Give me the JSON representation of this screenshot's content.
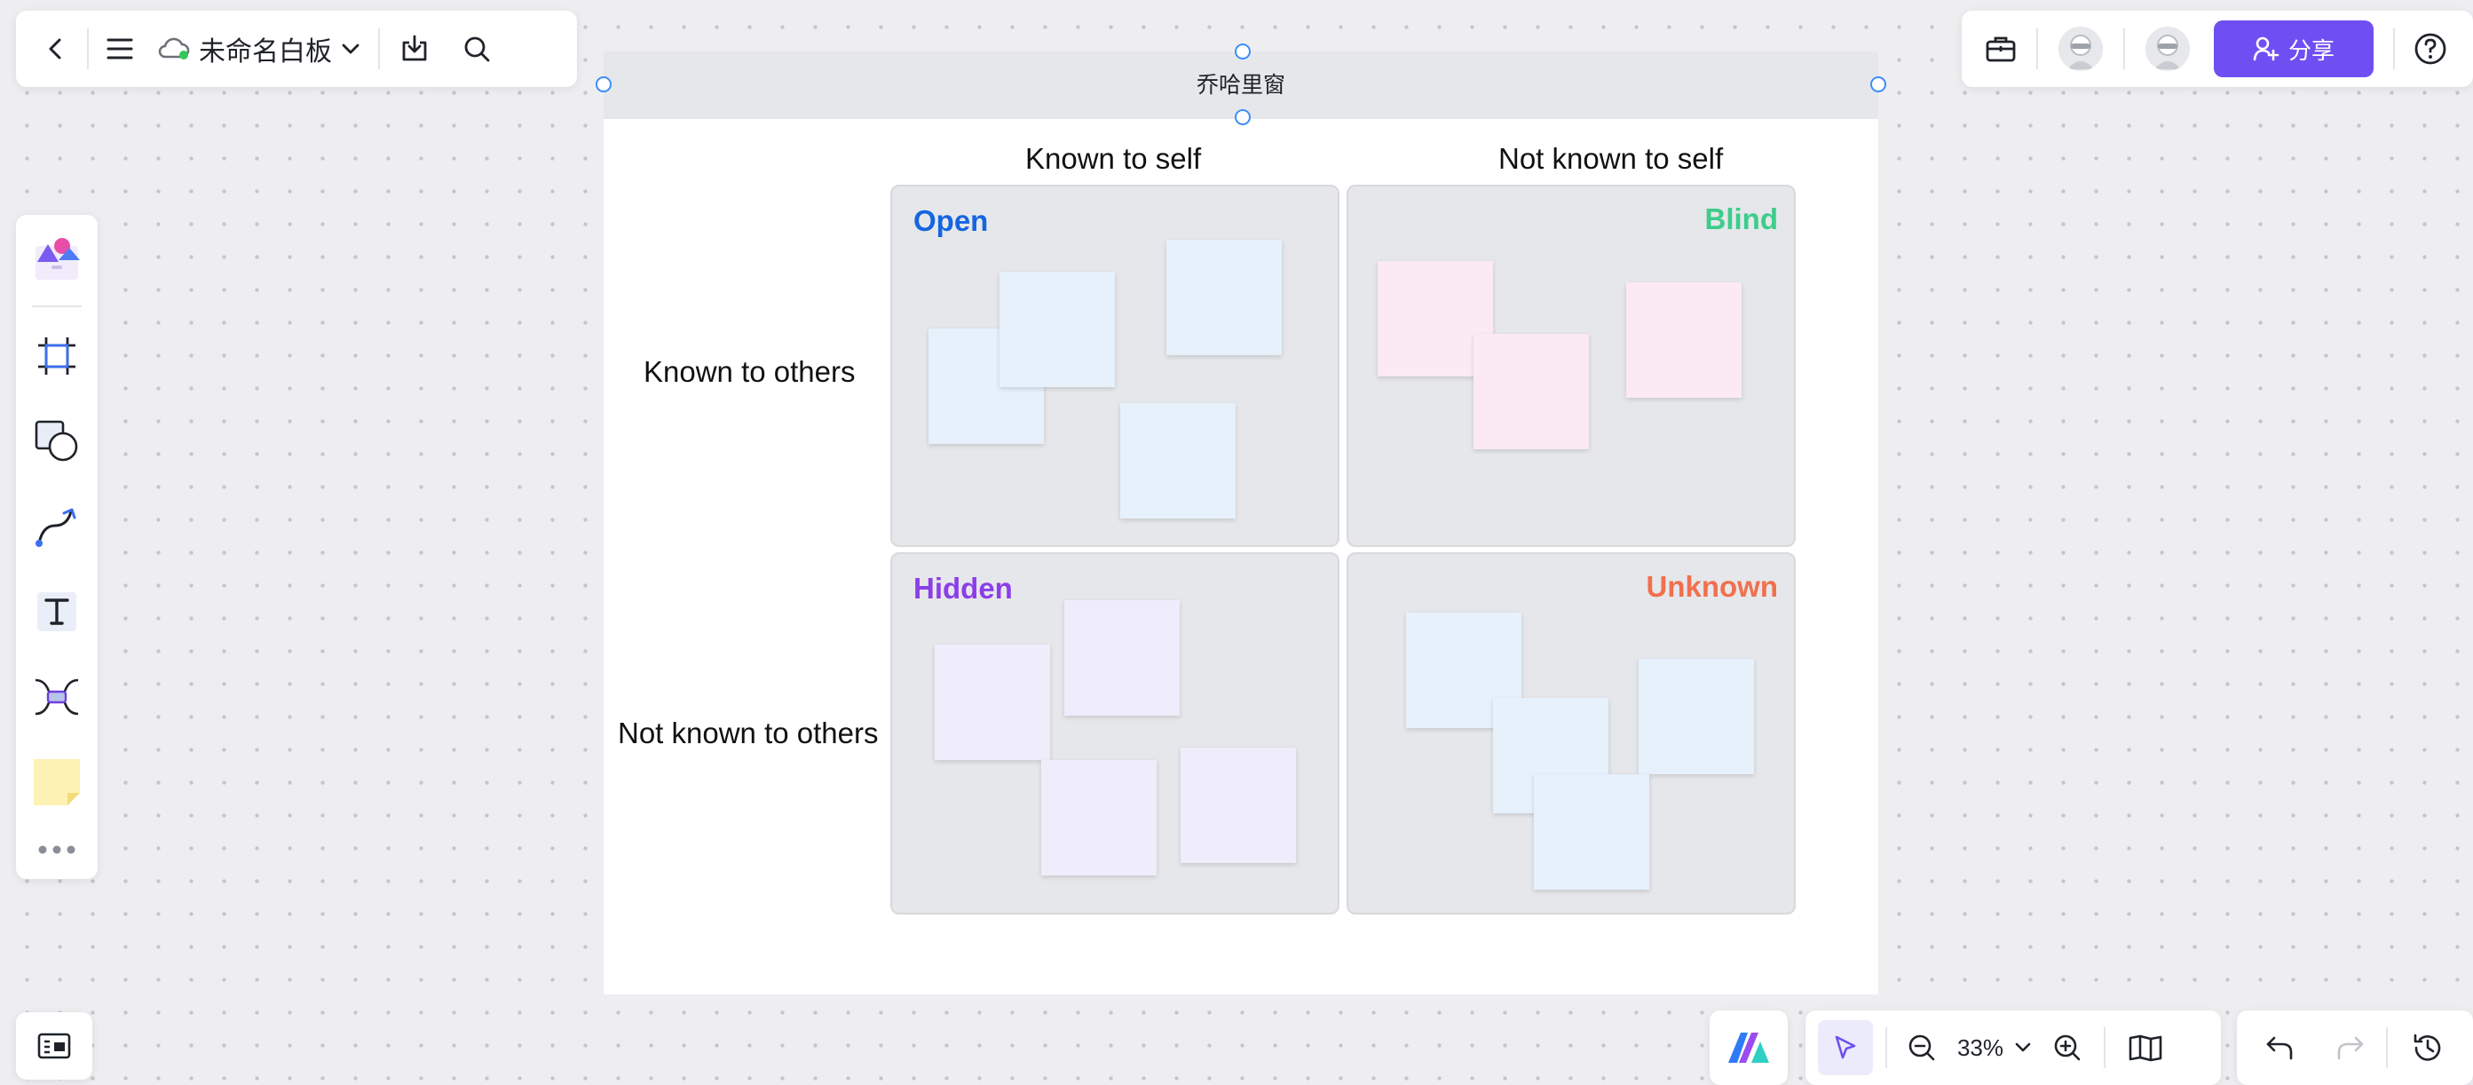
{
  "header": {
    "doc_title": "未命名白板",
    "share_label": "分享"
  },
  "frame": {
    "title": "乔哈里窗",
    "col_labels": [
      "Known to self",
      "Not known to self"
    ],
    "row_labels": [
      "Known to others",
      "Not known to others"
    ],
    "quadrants": [
      {
        "label": "Open",
        "color": "#1565e0"
      },
      {
        "label": "Blind",
        "color": "#3ccd8b"
      },
      {
        "label": "Hidden",
        "color": "#8b3ee8"
      },
      {
        "label": "Unknown",
        "color": "#f0704e"
      }
    ]
  },
  "zoom": {
    "level": "33%"
  },
  "colors": {
    "accent": "#6f4ff2",
    "sticky_blue": "#e6f1fc",
    "sticky_pink": "#fbeaf2",
    "sticky_purple": "#efedfc"
  },
  "icons": [
    "back-icon",
    "menu-icon",
    "cloud-saved-icon",
    "chevron-down-icon",
    "download-icon",
    "search-icon",
    "toolbox-icon",
    "share-user-icon",
    "help-icon",
    "template-icon",
    "frame-icon",
    "shape-icon",
    "connector-icon",
    "text-icon",
    "mindmap-icon",
    "sticky-note-icon",
    "more-icon",
    "minimap-icon",
    "ai-logo-icon",
    "pointer-icon",
    "zoom-out-icon",
    "zoom-in-icon",
    "book-icon",
    "undo-icon",
    "redo-icon",
    "history-icon"
  ]
}
